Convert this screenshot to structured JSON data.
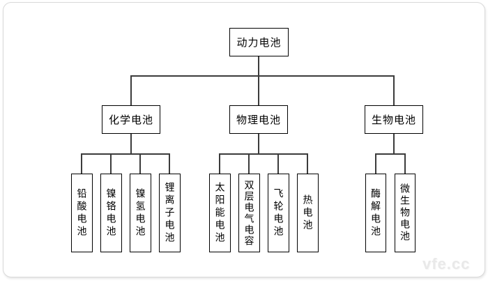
{
  "watermark": "vfe.cc",
  "tree": {
    "root": {
      "label": "动力电池"
    },
    "branches": [
      {
        "label": "化学电池",
        "children": [
          {
            "label": "铅酸电池"
          },
          {
            "label": "镍铬电池"
          },
          {
            "label": "镍氢电池"
          },
          {
            "label": "锂离子电池"
          }
        ]
      },
      {
        "label": "物理电池",
        "children": [
          {
            "label": "太阳能电池"
          },
          {
            "label": "双层电气电容"
          },
          {
            "label": "飞轮电池"
          },
          {
            "label": "热电池"
          }
        ]
      },
      {
        "label": "生物电池",
        "children": [
          {
            "label": "酶解电池"
          },
          {
            "label": "微生物电池"
          }
        ]
      }
    ]
  },
  "colors": {
    "line": "#3b3b3b",
    "box_border": "#000000",
    "text": "#000000",
    "background": "#ffffff",
    "frame_border": "#d9d9d9",
    "watermark": "#e9e9e9"
  }
}
